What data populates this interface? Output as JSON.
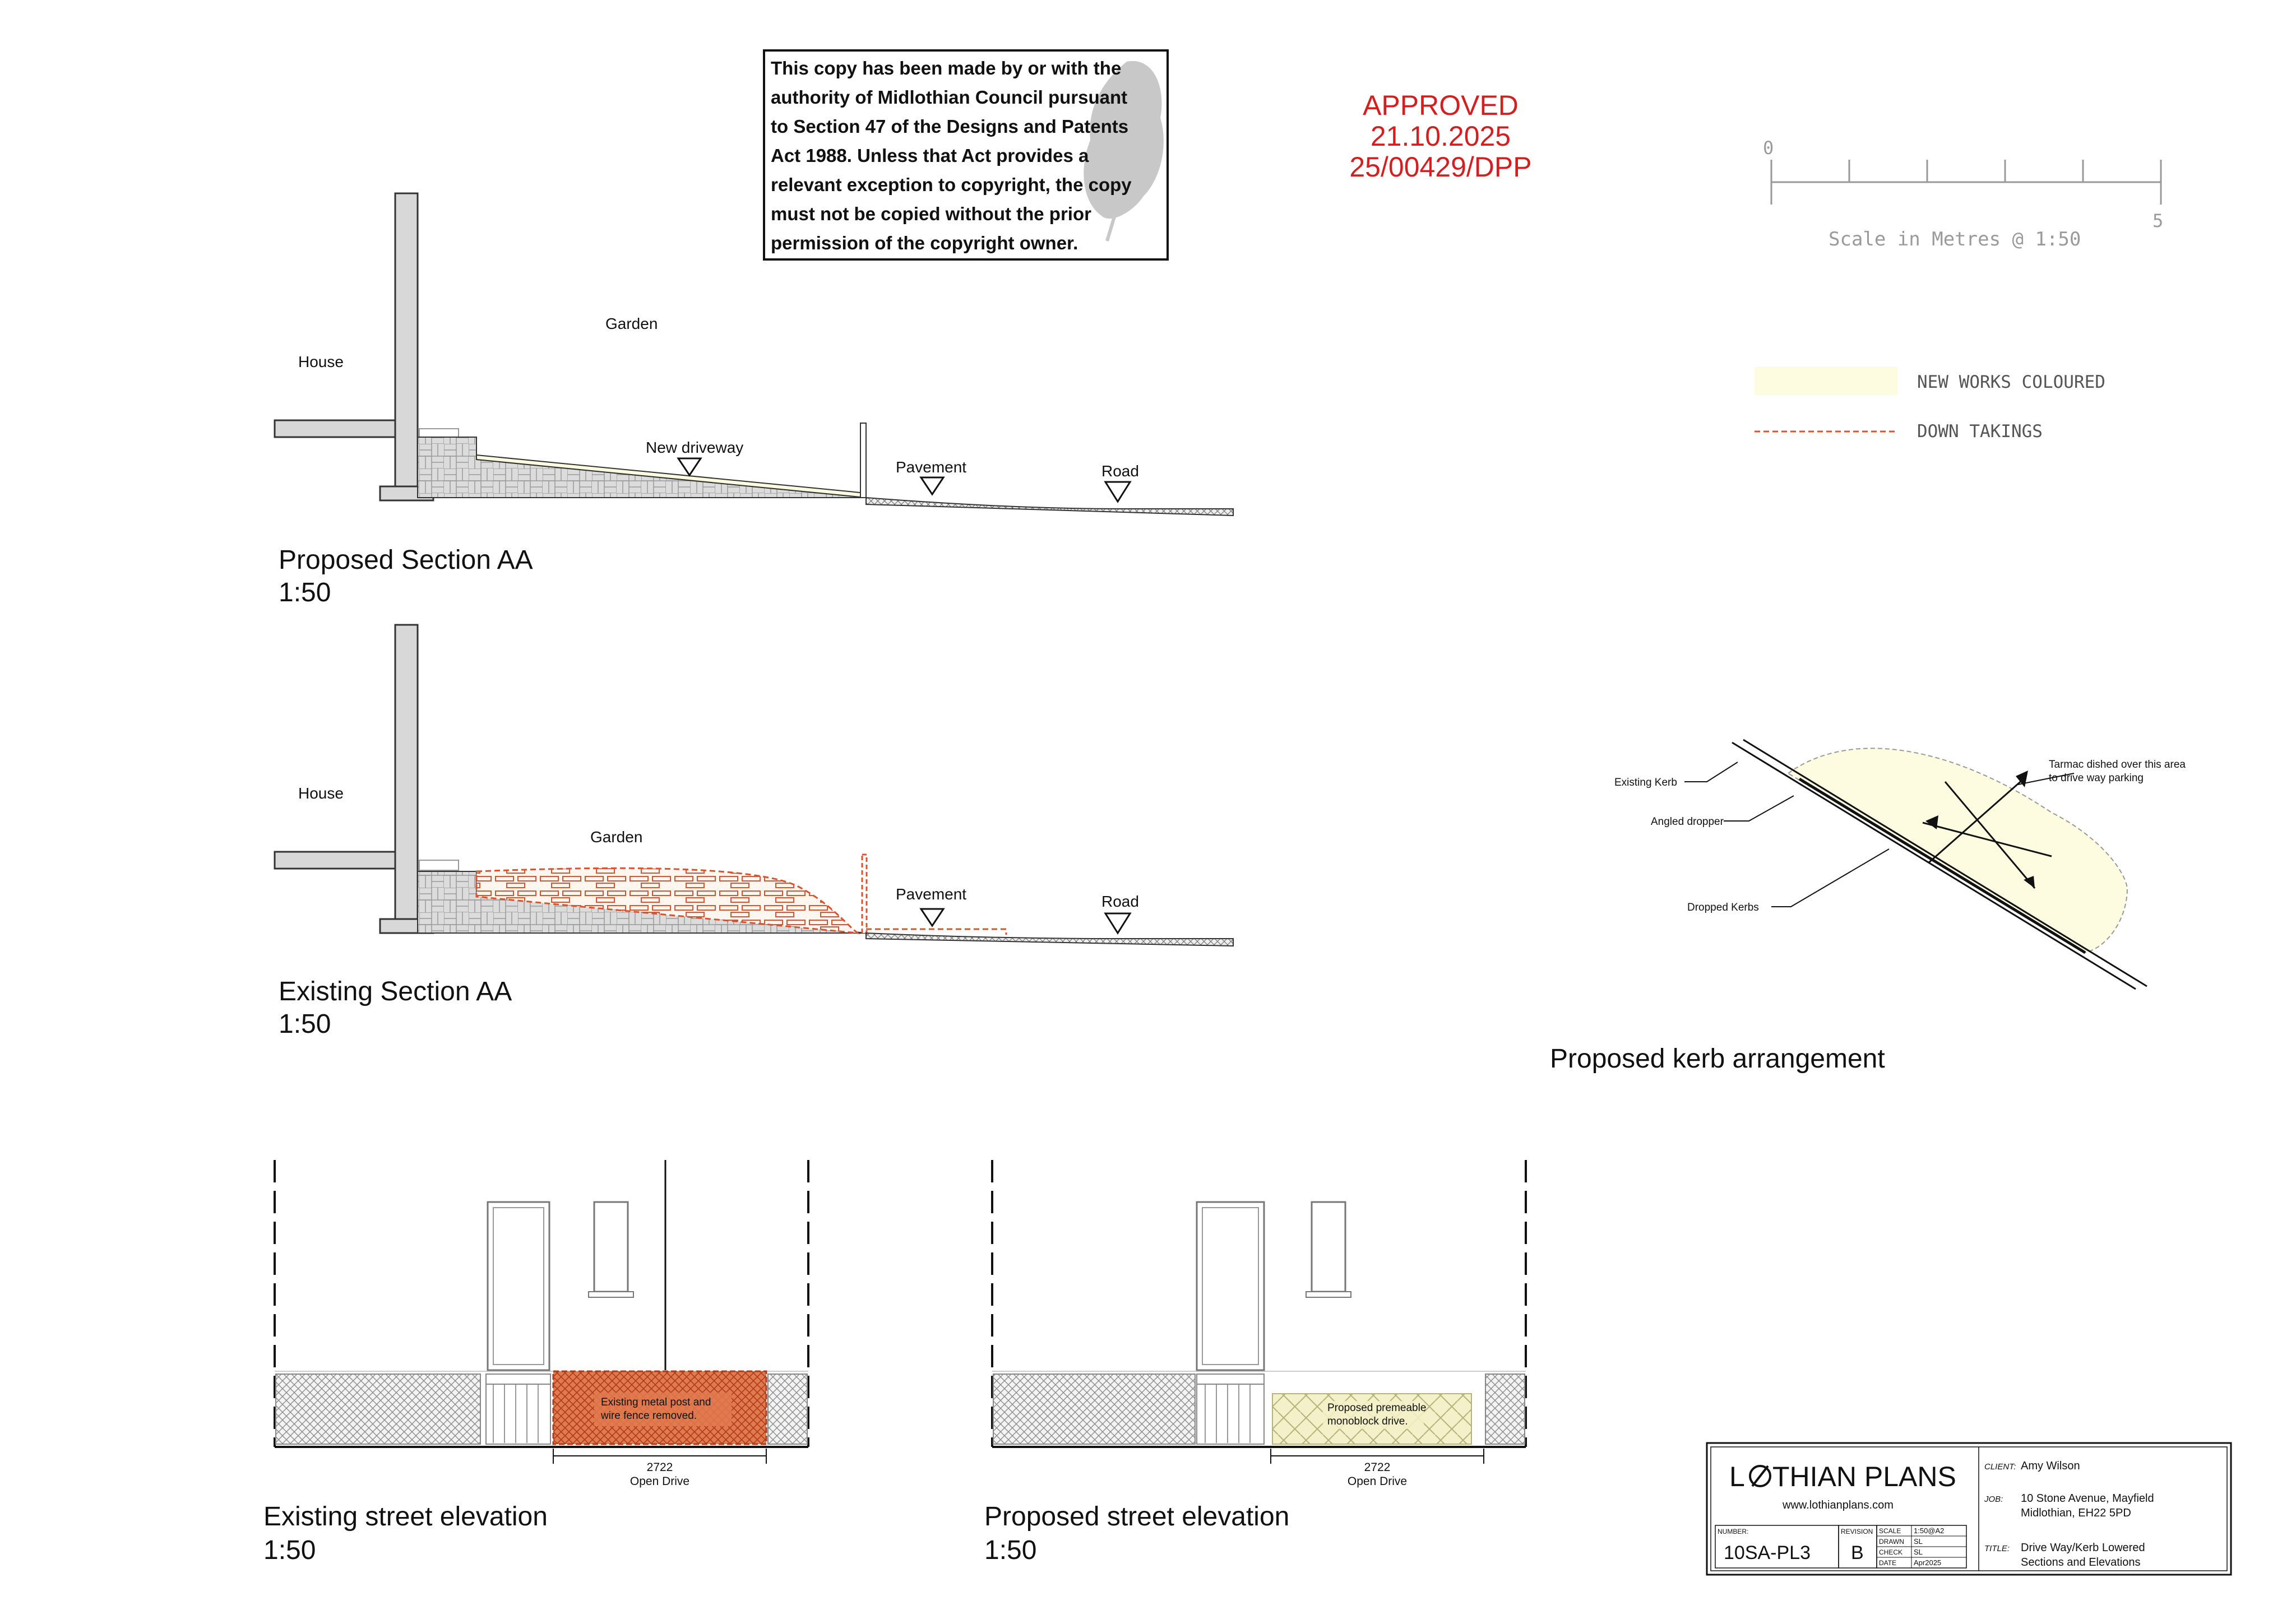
{
  "copyright_notice": {
    "lines": [
      "This copy has been made by or with the",
      "authority of Midlothian Council pursuant",
      "to Section 47 of the Designs and Patents",
      "Act 1988. Unless that Act provides a",
      "relevant exception to copyright, the copy",
      "must not be copied without the prior",
      "permission of the copyright owner."
    ]
  },
  "approval_stamp": {
    "status": "APPROVED",
    "date": "21.10.2025",
    "reference": "25/00429/DPP",
    "color": "#d31f1f"
  },
  "scale_bar": {
    "start_label": "0",
    "end_label": "5",
    "caption": "Scale in Metres @ 1:50"
  },
  "legend": {
    "new_works_label": "NEW WORKS COLOURED",
    "new_works_color": "#fdfbe0",
    "down_takings_label": "DOWN TAKINGS",
    "down_takings_color": "#d9532f"
  },
  "proposed_section": {
    "title": "Proposed Section AA",
    "scale": "1:50",
    "labels": {
      "house": "House",
      "garden": "Garden",
      "driveway": "New driveway",
      "pavement": "Pavement",
      "road": "Road"
    }
  },
  "existing_section": {
    "title": "Existing Section AA",
    "scale": "1:50",
    "labels": {
      "house": "House",
      "garden": "Garden",
      "pavement": "Pavement",
      "road": "Road"
    }
  },
  "kerb_arrangement": {
    "title": "Proposed kerb arrangement",
    "labels": {
      "existing_kerb": "Existing Kerb",
      "angled_dropper": "Angled dropper",
      "dropped_kerbs": "Dropped Kerbs",
      "tarmac_line1": "Tarmac dished over this area",
      "tarmac_line2": "to drive way parking"
    }
  },
  "existing_elevation": {
    "title": "Existing street elevation",
    "scale": "1:50",
    "note_line1": "Existing metal post and",
    "note_line2": "wire fence removed.",
    "dimension": "2722",
    "dimension_label": "Open Drive"
  },
  "proposed_elevation": {
    "title": "Proposed street elevation",
    "scale": "1:50",
    "note_line1": "Proposed premeable",
    "note_line2": "monoblock drive.",
    "dimension": "2722",
    "dimension_label": "Open Drive"
  },
  "title_block": {
    "company_prefix": "L",
    "company_suffix": "THIAN PLANS",
    "website": "www.lothianplans.com",
    "client_label": "CLIENT:",
    "client": "Amy Wilson",
    "job_label": "JOB:",
    "job_line1": "10 Stone Avenue, Mayfield",
    "job_line2": "Midlothian, EH22 5PD",
    "title_label": "TITLE:",
    "title_line1": "Drive Way/Kerb Lowered",
    "title_line2": "Sections and Elevations",
    "number_label": "NUMBER:",
    "number": "10SA-PL3",
    "revision_label": "REVISION",
    "revision": "B",
    "scale_label": "SCALE",
    "scale": "1:50@A2",
    "drawn_label": "DRAWN",
    "drawn": "SL",
    "check_label": "CHECK",
    "check": "SL",
    "date_label": "DATE",
    "date": "Apr2025"
  }
}
